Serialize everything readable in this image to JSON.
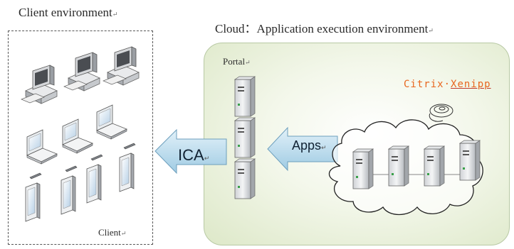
{
  "client_environment": {
    "title": "Client environment",
    "client_label": "Client"
  },
  "cloud": {
    "title": "Cloud：Application execution environment",
    "portal_label": "Portal",
    "citrix_label_prefix": "Citrix·",
    "citrix_label_product": "Xenipp"
  },
  "arrows": {
    "ica_label": "ICA",
    "apps_label": "Apps"
  },
  "icons": {
    "desktops": "desktop-computer-icon",
    "laptops": "laptop-icon",
    "mobiles": "mobile-device-icon",
    "servers": "server-tower-icon",
    "cloud": "cloud-icon"
  },
  "colors": {
    "cloud_panel": "#dde8c8",
    "arrow_fill": "#b9dcef",
    "citrix_text": "#e8661e"
  }
}
